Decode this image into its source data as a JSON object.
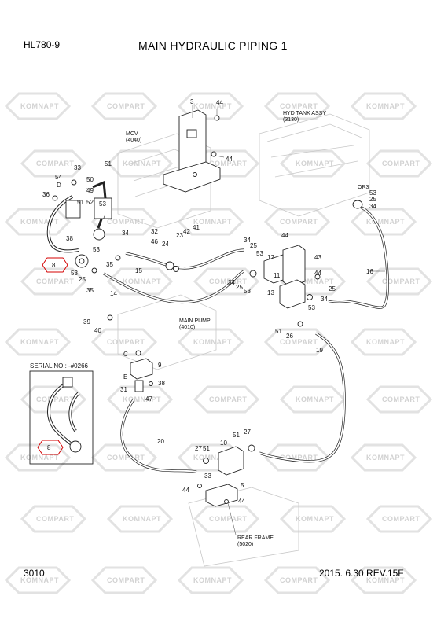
{
  "header": {
    "model": "HL780-9",
    "title": "MAIN HYDRAULIC PIPING 1"
  },
  "footer": {
    "page_number": "3010",
    "revision": "2015. 6.30  REV.15F"
  },
  "serial_box": {
    "label": "SERIAL NO : -#0266",
    "flange_part": "8"
  },
  "main_flange_part": "8",
  "watermark": {
    "text_a": "KOMNAPT",
    "text_b": "COMPART"
  },
  "references": [
    {
      "id": "mcv",
      "lines": [
        "MCV",
        "(4040)"
      ]
    },
    {
      "id": "hyd-tank",
      "lines": [
        "HYD TANK ASSY",
        "(3130)"
      ]
    },
    {
      "id": "main-pump",
      "lines": [
        "MAIN PUMP",
        "(4010)"
      ]
    },
    {
      "id": "rear-frame",
      "lines": [
        "REAR FRAME",
        "(5020)"
      ]
    },
    {
      "id": "or3",
      "lines": [
        "OR3"
      ]
    }
  ],
  "callouts": [
    {
      "label": "3"
    },
    {
      "label": "44"
    },
    {
      "label": "44"
    },
    {
      "label": "33"
    },
    {
      "label": "51"
    },
    {
      "label": "54"
    },
    {
      "label": "D"
    },
    {
      "label": "50"
    },
    {
      "label": "49"
    },
    {
      "label": "36"
    },
    {
      "label": "52"
    },
    {
      "label": "51"
    },
    {
      "label": "53"
    },
    {
      "label": "7"
    },
    {
      "label": "38"
    },
    {
      "label": "53"
    },
    {
      "label": "34"
    },
    {
      "label": "32"
    },
    {
      "label": "46"
    },
    {
      "label": "23"
    },
    {
      "label": "42"
    },
    {
      "label": "41"
    },
    {
      "label": "24"
    },
    {
      "label": "15"
    },
    {
      "label": "35"
    },
    {
      "label": "53"
    },
    {
      "label": "25"
    },
    {
      "label": "35"
    },
    {
      "label": "14"
    },
    {
      "label": "34"
    },
    {
      "label": "25"
    },
    {
      "label": "53"
    },
    {
      "label": "12"
    },
    {
      "label": "44"
    },
    {
      "label": "43"
    },
    {
      "label": "44"
    },
    {
      "label": "11"
    },
    {
      "label": "13"
    },
    {
      "label": "34"
    },
    {
      "label": "25"
    },
    {
      "label": "53"
    },
    {
      "label": "25"
    },
    {
      "label": "34"
    },
    {
      "label": "53"
    },
    {
      "label": "51"
    },
    {
      "label": "26"
    },
    {
      "label": "19"
    },
    {
      "label": "53"
    },
    {
      "label": "25"
    },
    {
      "label": "34"
    },
    {
      "label": "16"
    },
    {
      "label": "39"
    },
    {
      "label": "40"
    },
    {
      "label": "C"
    },
    {
      "label": "9"
    },
    {
      "label": "E"
    },
    {
      "label": "31"
    },
    {
      "label": "38"
    },
    {
      "label": "47"
    },
    {
      "label": "20"
    },
    {
      "label": "27"
    },
    {
      "label": "51"
    },
    {
      "label": "10"
    },
    {
      "label": "51"
    },
    {
      "label": "27"
    },
    {
      "label": "33"
    },
    {
      "label": "44"
    },
    {
      "label": "5"
    },
    {
      "label": "44"
    }
  ]
}
